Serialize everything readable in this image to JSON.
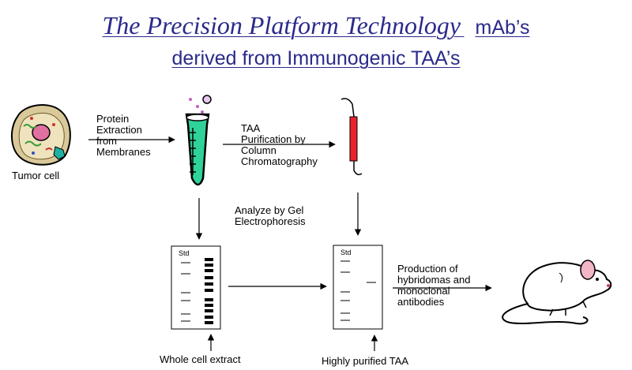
{
  "title": {
    "line1_main": "The Precision Platform Technology",
    "line1_suffix": "mAb’s",
    "line2": "derived from Immunogenic TAA’s"
  },
  "labels": {
    "tumor_cell": "Tumor cell",
    "protein_extraction": "Protein\nExtraction\nfrom\nMembranes",
    "taa_purification": "TAA\nPurification by\nColumn\nChromatography",
    "analyze_gel": "Analyze by Gel\nElectrophoresis",
    "production": "Production of\nhybridomas and\nmonoclonal\nantibodies",
    "whole_cell_extract": "Whole cell extract",
    "highly_purified": "Highly purified TAA",
    "std_left": "Std",
    "std_right": "Std"
  },
  "colors": {
    "title": "#2a2a8c",
    "tube_fill": "#2fd39a",
    "column_fill": "#e8242a",
    "bubble": "#c060c0"
  }
}
